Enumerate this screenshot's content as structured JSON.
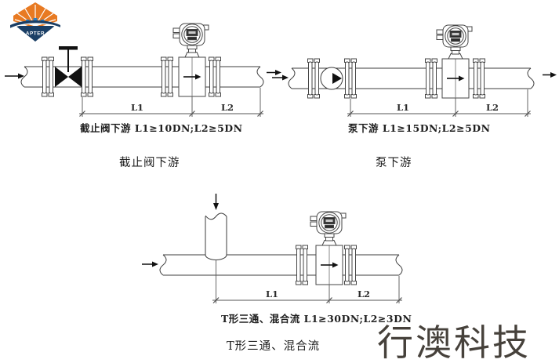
{
  "logo": {
    "brand": "APTER"
  },
  "diagrams": [
    {
      "id": "stop-valve-downstream",
      "spec": "截止阀下游 L1≥10DN;L2≥5DN",
      "caption": "截止阀下游",
      "l1": "L1",
      "l2": "L2"
    },
    {
      "id": "pump-downstream",
      "spec": "泵下游 L1≥15DN;L2≥5DN",
      "caption": "泵下游",
      "l1": "L1",
      "l2": "L2"
    },
    {
      "id": "t-tee-mixed-flow",
      "spec": "T形三通、混合流  L1≥30DN;L2≥3DN",
      "caption": "T形三通、混合流",
      "l1": "L1",
      "l2": "L2"
    }
  ],
  "watermark": {
    "text": "行澳科技"
  },
  "colors": {
    "line": "#3d3d3d",
    "text": "#1f1f1f",
    "watermark": "#46413b",
    "logo_orange": "#e87a22",
    "logo_navy": "#1b3f66"
  }
}
